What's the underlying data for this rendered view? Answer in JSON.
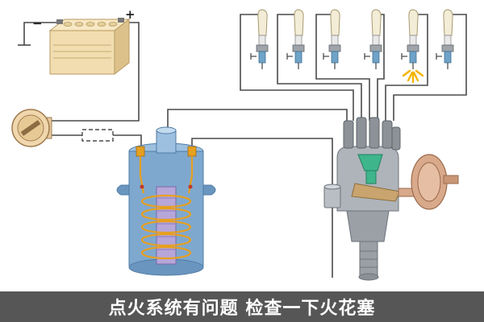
{
  "caption": "点火系统有问题 检查一下火花塞",
  "battery": {
    "negative_mark": "−",
    "positive_mark": "+"
  },
  "spark_plugs": [
    {
      "name": "spark-plug-1",
      "sparking": false
    },
    {
      "name": "spark-plug-2",
      "sparking": false
    },
    {
      "name": "spark-plug-3",
      "sparking": false
    },
    {
      "name": "spark-plug-4",
      "sparking": false
    },
    {
      "name": "spark-plug-5",
      "sparking": true
    },
    {
      "name": "spark-plug-6",
      "sparking": false
    }
  ],
  "components": {
    "battery": "battery-icon",
    "ignition_switch": "ignition-switch-icon",
    "ballast_resistor": "ballast-resistor-icon",
    "ignition_coil": "ignition-coil-icon",
    "distributor": "distributor-icon",
    "vacuum_advance": "vacuum-advance-icon",
    "capacitor": "capacitor-icon"
  },
  "colors": {
    "caption_bar": "#565656",
    "caption_text": "#ffffff",
    "wire": "#4a4a4a",
    "coil_body": "#7fa8cf",
    "coil_winding": "#e6a020",
    "coil_core": "#b7a6d8",
    "distributor_body": "#9aa0a6",
    "rotor": "#3fb58c",
    "vacuum_unit": "#d8a98a",
    "battery_body": "#f1ddb0",
    "spark": "#f4b400"
  }
}
